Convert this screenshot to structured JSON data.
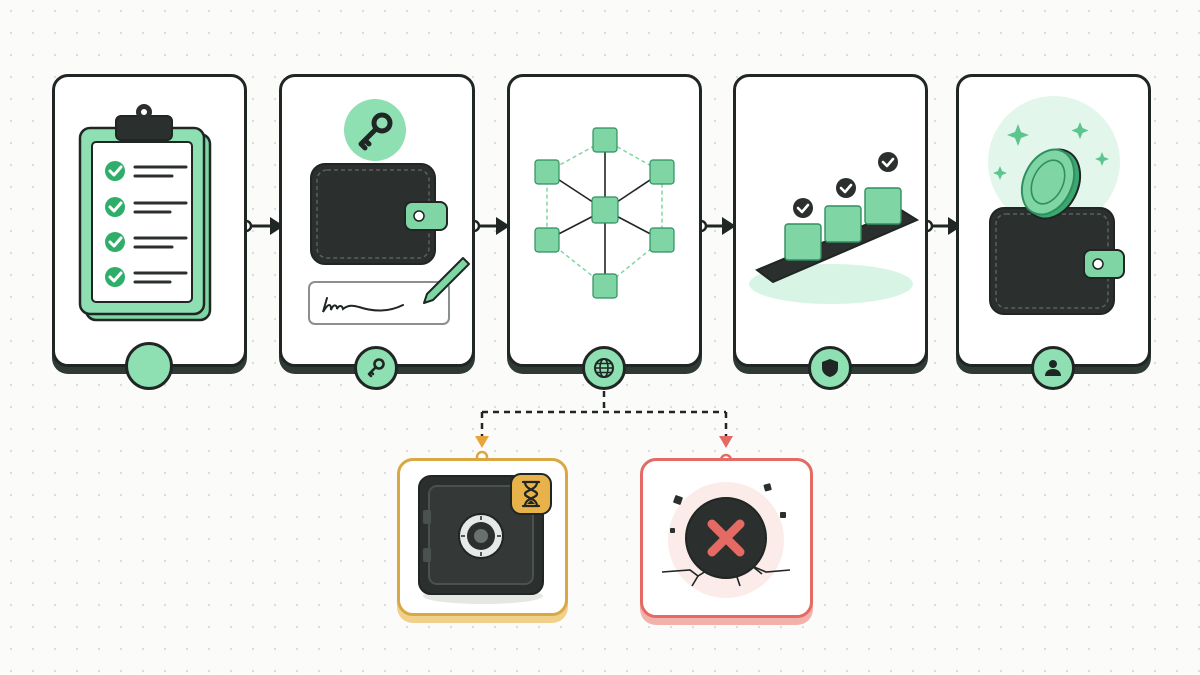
{
  "diagram": {
    "type": "process-flow",
    "colors": {
      "accent": "#7fd6a4",
      "accent_dark": "#2f8f60",
      "ink": "#1f2624",
      "pending": "#e8b24a",
      "failure": "#e46a63"
    },
    "steps": [
      {
        "id": "step-1",
        "icons": [
          "clipboard-checklist-icon"
        ],
        "badge_icon": ""
      },
      {
        "id": "step-2",
        "icons": [
          "wallet-icon",
          "key-icon",
          "signature-pen-icon"
        ],
        "badge_icon": "key-icon"
      },
      {
        "id": "step-3",
        "icons": [
          "network-cube-nodes-icon"
        ],
        "badge_icon": "globe-icon"
      },
      {
        "id": "step-4",
        "icons": [
          "verified-block-chain-icon"
        ],
        "badge_icon": "shield-icon"
      },
      {
        "id": "step-5",
        "icons": [
          "wallet-icon",
          "coin-icon",
          "sparkle-icon"
        ],
        "badge_icon": "user-icon"
      }
    ],
    "branches": [
      {
        "id": "pending",
        "from": "step-3",
        "icons": [
          "safe-vault-icon",
          "hourglass-icon"
        ],
        "color": "#e8b24a"
      },
      {
        "id": "failed",
        "from": "step-3",
        "icons": [
          "rejected-x-icon",
          "cracked-ground-icon"
        ],
        "color": "#e46a63"
      }
    ],
    "edges": [
      {
        "from": "step-1",
        "to": "step-2",
        "style": "solid"
      },
      {
        "from": "step-2",
        "to": "step-3",
        "style": "solid"
      },
      {
        "from": "step-3",
        "to": "step-4",
        "style": "solid"
      },
      {
        "from": "step-4",
        "to": "step-5",
        "style": "solid"
      },
      {
        "from": "step-3",
        "to": "pending",
        "style": "dashed"
      },
      {
        "from": "step-3",
        "to": "failed",
        "style": "dashed"
      }
    ]
  }
}
